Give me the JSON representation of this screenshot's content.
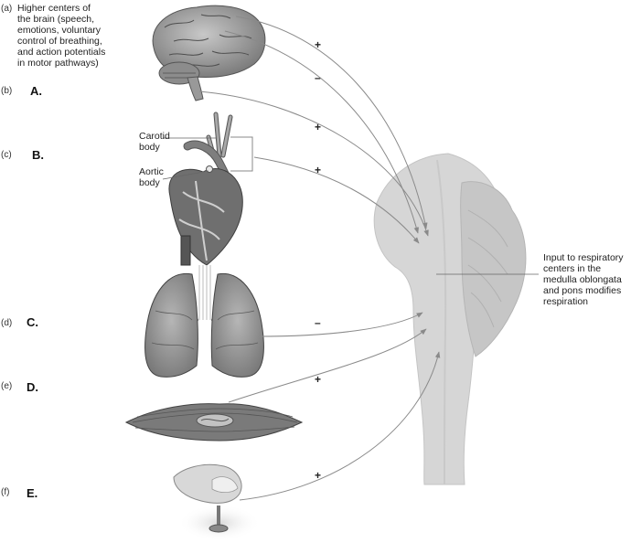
{
  "rows": [
    {
      "letter": "(a)",
      "text": "Higher centers of\nthe brain (speech,\nemotions, voluntary\ncontrol of breathing,\nand action potentials\nin motor pathways)"
    },
    {
      "letter": "(b)",
      "label": "A."
    },
    {
      "letter": "(c)",
      "label": "B."
    },
    {
      "letter": "(d)",
      "label": "C."
    },
    {
      "letter": "(e)",
      "label": "D."
    },
    {
      "letter": "(f)",
      "label": "E."
    }
  ],
  "organ_labels": {
    "carotid": "Carotid\nbody",
    "aortic": "Aortic\nbody"
  },
  "signs": {
    "brain_plus": "+",
    "brain_minus": "–",
    "b_plus": "+",
    "c_plus": "+",
    "d_minus": "–",
    "e_plus": "+",
    "f_plus": "+"
  },
  "brainstem_label": "Input to respiratory\ncenters in the\nmedulla oblongata\nand pons modifies\nrespiration",
  "colors": {
    "arrow": "#8a8a8a",
    "brainstem": "#d6d6d6",
    "organ": "#9a9a9a"
  }
}
